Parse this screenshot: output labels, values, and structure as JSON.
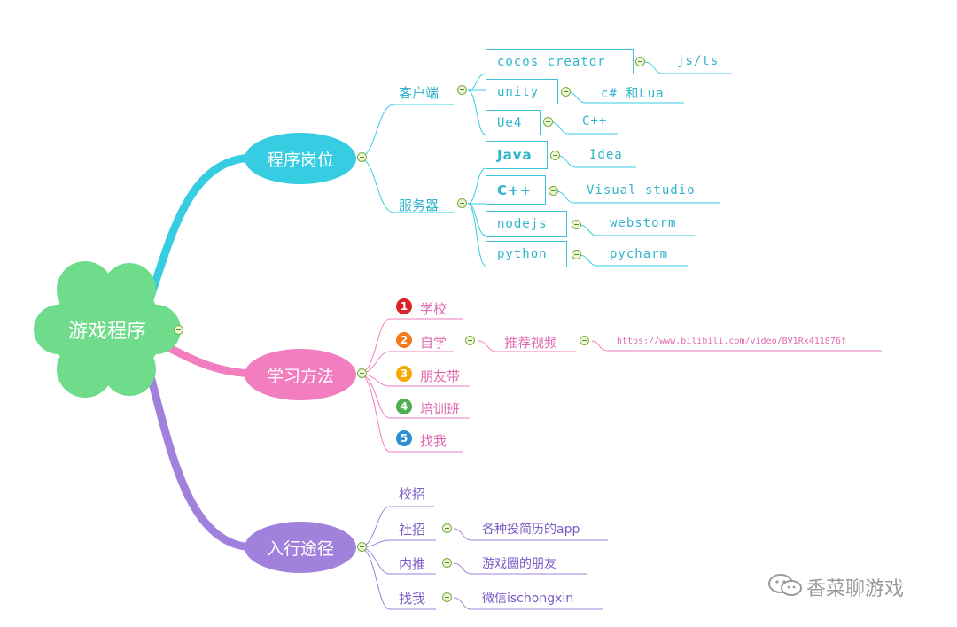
{
  "root": {
    "label": "游戏程序"
  },
  "branches": {
    "programming": {
      "label": "程序岗位",
      "client": {
        "label": "客户端",
        "items": [
          {
            "name": "cocos creator",
            "child": "js/ts"
          },
          {
            "name": "unity",
            "child": "c# 和Lua"
          },
          {
            "name": "Ue4",
            "child": "C++"
          }
        ]
      },
      "server": {
        "label": "服务器",
        "items": [
          {
            "name": "Java",
            "child": "Idea"
          },
          {
            "name": "C++",
            "child": "Visual studio"
          },
          {
            "name": "nodejs",
            "child": "webstorm"
          },
          {
            "name": "python",
            "child": "pycharm"
          }
        ]
      }
    },
    "learning": {
      "label": "学习方法",
      "items": [
        {
          "num": "1",
          "label": "学校",
          "color": "#d9232a"
        },
        {
          "num": "2",
          "label": "自学",
          "color": "#f07c1e"
        },
        {
          "num": "3",
          "label": "朋友带",
          "color": "#f5a800"
        },
        {
          "num": "4",
          "label": "培训班",
          "color": "#4fae52"
        },
        {
          "num": "5",
          "label": "找我",
          "color": "#2f8fd3"
        }
      ],
      "self_study": {
        "label": "推荐视频",
        "url": "https://www.bilibili.com/video/BV1Rx411876f"
      }
    },
    "career": {
      "label": "入行途径",
      "items": [
        {
          "label": "校招",
          "child": ""
        },
        {
          "label": "社招",
          "child": "各种投简历的app"
        },
        {
          "label": "内推",
          "child": "游戏圈的朋友"
        },
        {
          "label": "找我",
          "child": "微信ischongxin"
        }
      ]
    }
  },
  "watermark": {
    "text": "香菜聊游戏"
  },
  "colors": {
    "cyan": "#36cde3",
    "pink": "#f27dbf",
    "purple": "#a181dc",
    "root": "#6fdc8c"
  }
}
